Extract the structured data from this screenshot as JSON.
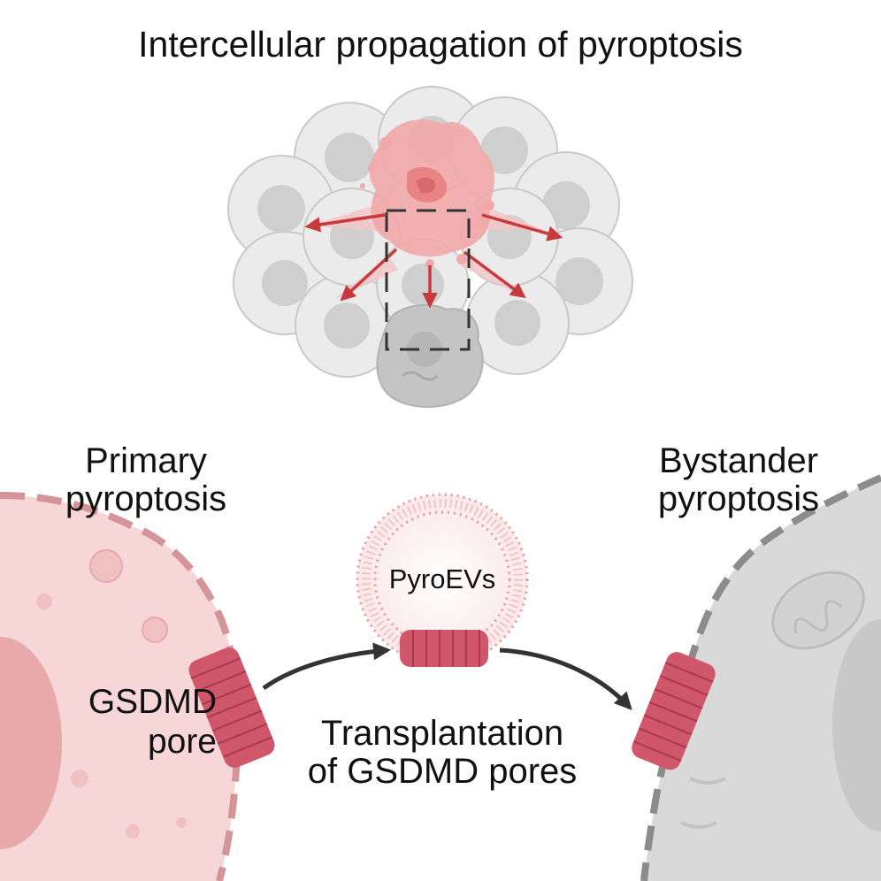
{
  "title": "Intercellular propagation of pyroptosis",
  "labels": {
    "primary_line1": "Primary",
    "primary_line2": "pyroptosis",
    "bystander_line1": "Bystander",
    "bystander_line2": "pyroptosis",
    "pore_line1": "GSDMD",
    "pore_line2": "pore",
    "vesicle": "PyroEVs",
    "transplant_line1": "Transplantation",
    "transplant_line2": "of GSDMD pores"
  },
  "colors": {
    "primary_cell": "#f7d6d7",
    "primary_membrane": "#d39597",
    "bystander_cell": "#d9d9d9",
    "bystander_membrane": "#8c8c8c",
    "pore": "#d0566a",
    "arrow_red": "#c8393d",
    "arrow_dark": "#333333",
    "healthy_cell": "#ebebeb",
    "healthy_nucleus": "#cfcfcf"
  }
}
